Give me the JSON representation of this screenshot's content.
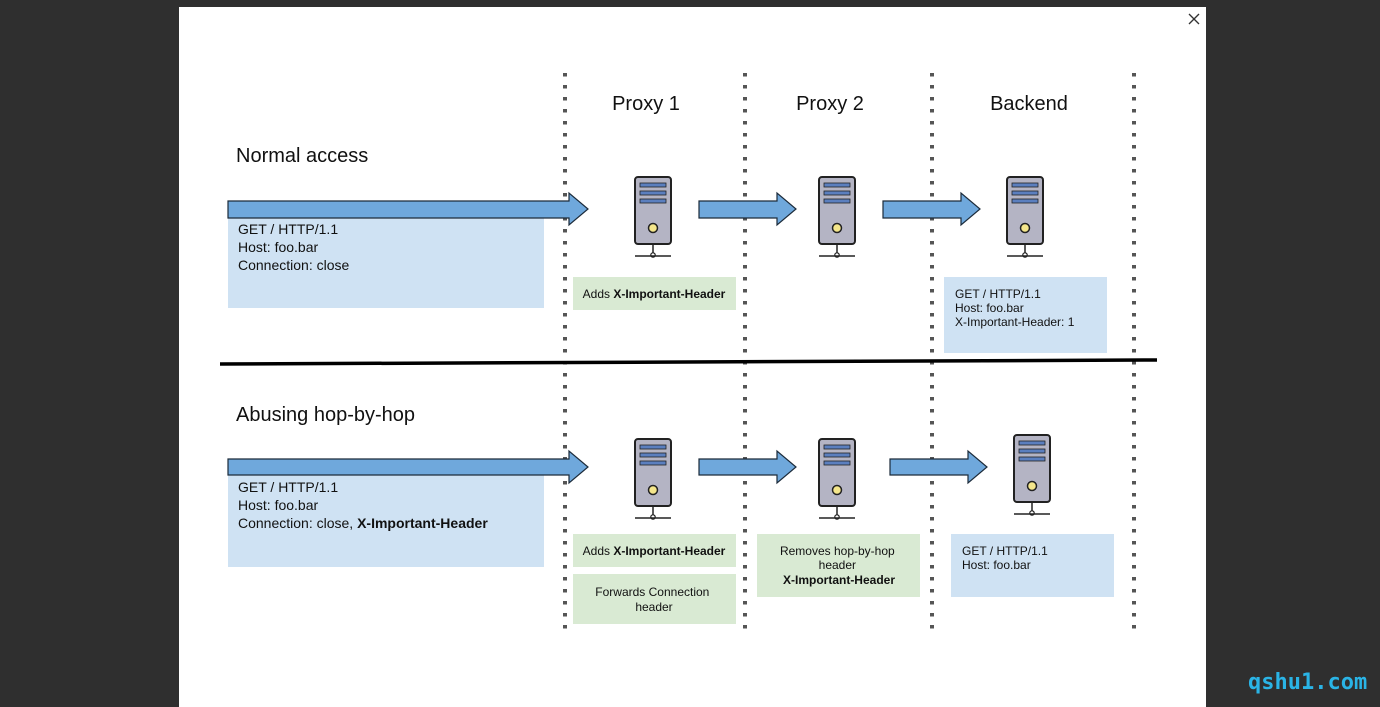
{
  "columns": [
    "Proxy 1",
    "Proxy 2",
    "Backend"
  ],
  "sections": [
    {
      "title": "Normal access",
      "request_lines": [
        {
          "plain": "GET / HTTP/1.1",
          "bold": ""
        },
        {
          "plain": "Host: foo.bar",
          "bold": ""
        },
        {
          "plain": "Connection: close",
          "bold": ""
        }
      ],
      "proxy1_notes": [
        {
          "lines": [
            {
              "plain": "Adds ",
              "bold": "X-Important-Header"
            }
          ]
        }
      ],
      "proxy2_notes": [],
      "backend_box": {
        "lines": [
          {
            "plain": "GET / HTTP/1.1",
            "bold": ""
          },
          {
            "plain": "Host: foo.bar",
            "bold": ""
          },
          {
            "plain": "X-Important-Header: 1",
            "bold": ""
          }
        ]
      }
    },
    {
      "title": "Abusing hop-by-hop",
      "request_lines": [
        {
          "plain": "GET / HTTP/1.1",
          "bold": ""
        },
        {
          "plain": "Host: foo.bar",
          "bold": ""
        },
        {
          "plain": "Connection: close, ",
          "bold": "X-Important-Header"
        }
      ],
      "proxy1_notes": [
        {
          "lines": [
            {
              "plain": "Adds ",
              "bold": "X-Important-Header"
            }
          ]
        },
        {
          "lines": [
            {
              "plain": "Forwards Connection",
              "bold": ""
            },
            {
              "plain": "header",
              "bold": ""
            }
          ]
        }
      ],
      "proxy2_notes": [
        {
          "lines": [
            {
              "plain": "Removes hop-by-hop",
              "bold": ""
            },
            {
              "plain": "header",
              "bold": ""
            },
            {
              "plain": "",
              "bold": "X-Important-Header"
            }
          ]
        }
      ],
      "backend_box": {
        "lines": [
          {
            "plain": "GET / HTTP/1.1",
            "bold": ""
          },
          {
            "plain": "Host: foo.bar",
            "bold": ""
          }
        ]
      }
    }
  ],
  "watermark": "qshu1.com",
  "colors": {
    "request_box": "#cfe2f3",
    "note_box": "#d9ead3",
    "arrow_fill": "#6fa8dc",
    "arrow_stroke": "#1c2b3a",
    "server_body": "#b4b4c4",
    "server_slot": "#5b7fbf",
    "server_light": "#f4e68b",
    "divider": "#000000"
  },
  "icons": [
    "server-icon",
    "arrow-right-icon",
    "close-icon"
  ]
}
